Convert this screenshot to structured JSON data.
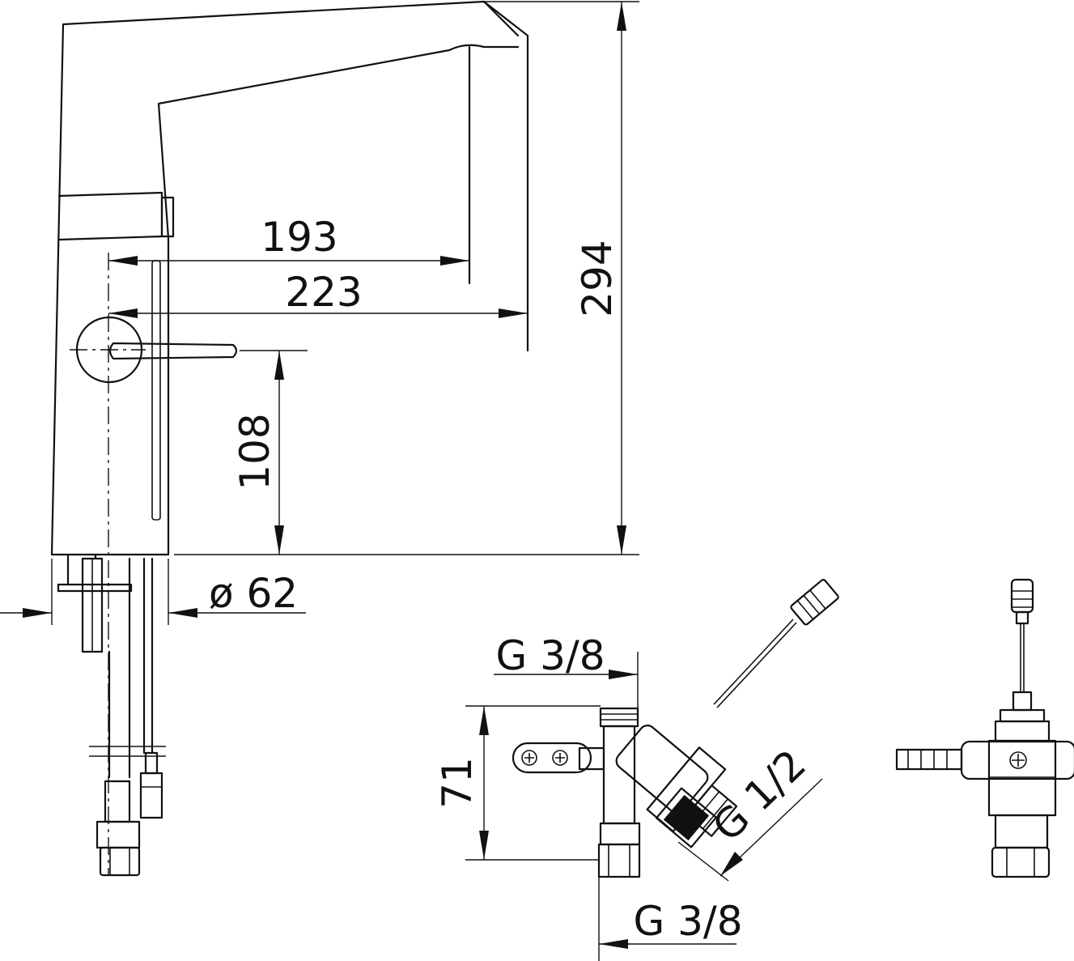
{
  "dimensions": {
    "reach_inner": "193",
    "reach_outer": "223",
    "total_height": "294",
    "spout_height": "108",
    "base_diameter": "ø 62",
    "thread_top": "G 3/8",
    "valve_height": "71",
    "thread_outlet": "G 1/2",
    "thread_bottom": "G 3/8"
  }
}
